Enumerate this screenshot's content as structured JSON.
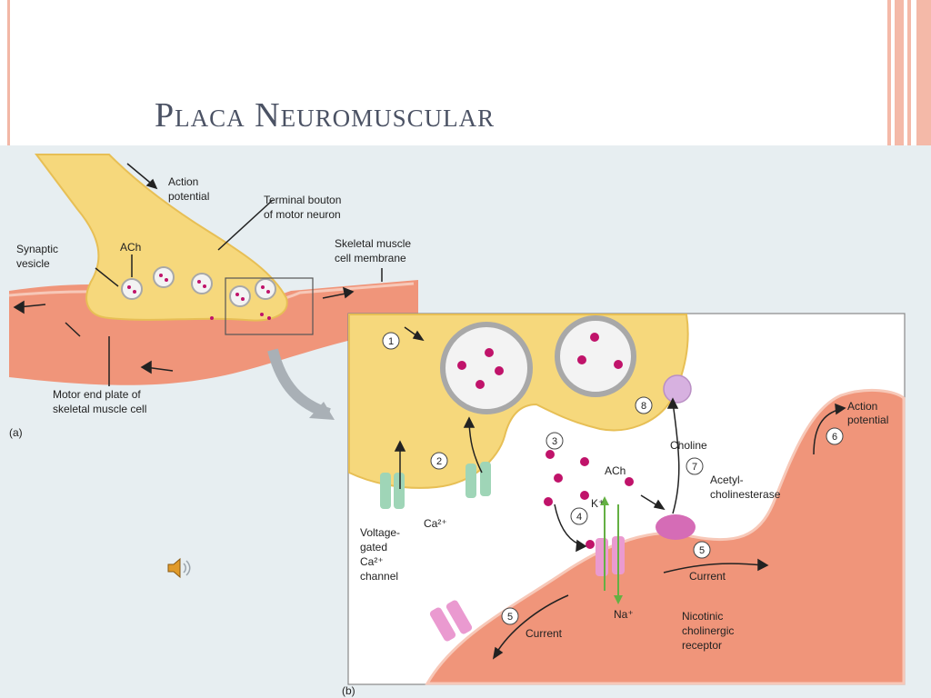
{
  "slide": {
    "title": "Placa Neuromuscular"
  },
  "panel_a": {
    "letter": "(a)",
    "labels": {
      "action_potential_1": "Action",
      "action_potential_2": "potential",
      "terminal_bouton_1": "Terminal bouton",
      "terminal_bouton_2": "of motor neuron",
      "synaptic_vesicle_1": "Synaptic",
      "synaptic_vesicle_2": "vesicle",
      "ach": "ACh",
      "skeletal_membrane_1": "Skeletal muscle",
      "skeletal_membrane_2": "cell membrane",
      "motor_end_plate_1": "Motor end plate of",
      "motor_end_plate_2": "skeletal muscle cell"
    }
  },
  "panel_b": {
    "letter": "(b)",
    "steps": [
      "1",
      "2",
      "3",
      "4",
      "5",
      "5",
      "6",
      "7",
      "8"
    ],
    "labels": {
      "action_potential_1": "Action",
      "action_potential_2": "potential",
      "choline": "Choline",
      "ach": "ACh",
      "acetylcholinesterase_1": "Acetyl-",
      "acetylcholinesterase_2": "cholinesterase",
      "k_ion": "K⁺",
      "na_ion": "Na⁺",
      "ca_ion": "Ca²⁺",
      "voltage_gated_1": "Voltage-",
      "voltage_gated_2": "gated",
      "voltage_gated_3": "Ca²⁺",
      "voltage_gated_4": "channel",
      "current_right": "Current",
      "current_left": "Current",
      "nicotinic_1": "Nicotinic",
      "nicotinic_2": "cholinergic",
      "nicotinic_3": "receptor"
    }
  },
  "icons": {
    "speaker": "speaker-icon"
  }
}
